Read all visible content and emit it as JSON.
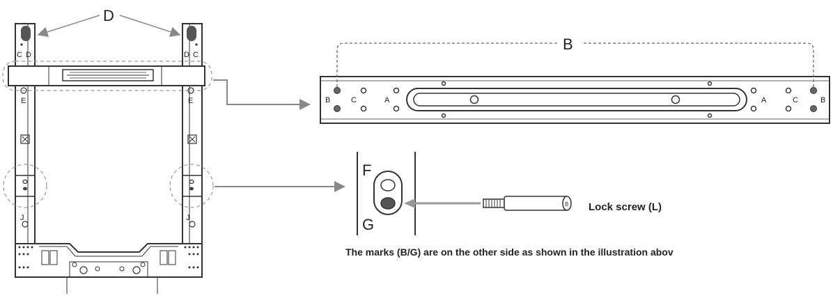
{
  "labels": {
    "D_top": "D",
    "C_left": "C",
    "D_left": "D",
    "D_right": "D",
    "C_right": "C",
    "E_left": "E",
    "E_right": "E",
    "X_left": "X",
    "X_right": "X",
    "J_left": "J",
    "J_right": "J",
    "B_top": "B",
    "rail_B_left": "B",
    "rail_C_left": "C",
    "rail_A_left": "A",
    "rail_A_right": "A",
    "rail_C_right": "C",
    "rail_B_right": "B",
    "F": "F",
    "G": "G",
    "lock_screw": "Lock screw (L)",
    "note": "The marks (B/G) are on the other side as shown in the illustration abov"
  },
  "colors": {
    "line": "#333333",
    "mark": "#666666",
    "dash": "#999999",
    "arrow": "#888888"
  }
}
